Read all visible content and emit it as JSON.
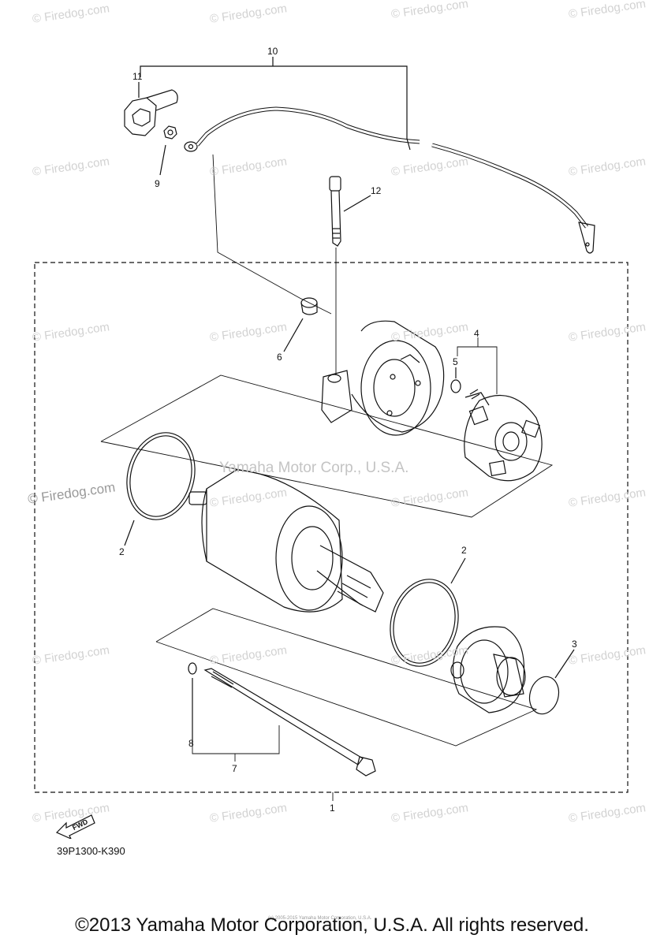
{
  "watermark_text": "© Firedog.com",
  "corp_watermark": "Yamaha Motor Corp., U.S.A.",
  "callouts": [
    "10",
    "11",
    "9",
    "12",
    "4",
    "5",
    "6",
    "2",
    "2",
    "3",
    "8",
    "7",
    "1"
  ],
  "fwd_label": "FWD",
  "part_code": "39P1300-K390",
  "footer_tiny": "(c) 2005-2015 Yamaha Motor Corporation, U.S.A.",
  "copyright": "©2013 Yamaha Motor Corporation, U.S.A. All rights reserved."
}
